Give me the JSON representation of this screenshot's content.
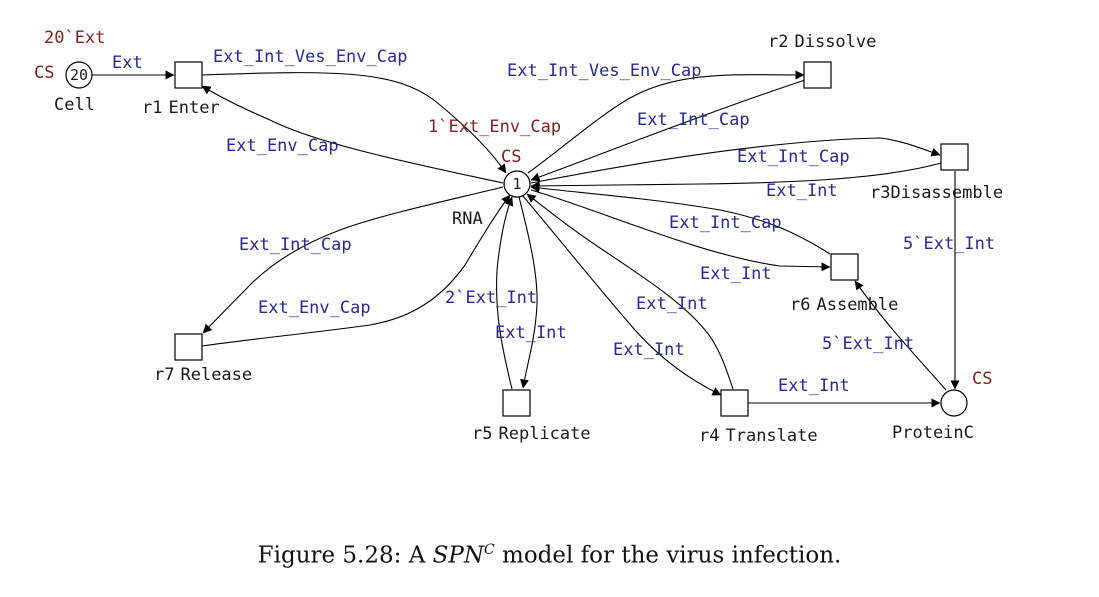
{
  "places": {
    "cell": {
      "name": "Cell",
      "colorset": "CS",
      "token": "20",
      "initial_marking": "20`Ext"
    },
    "rna": {
      "name": "RNA",
      "colorset": "CS",
      "token": "1",
      "initial_marking": "1`Ext_Env_Cap"
    },
    "proteinc": {
      "name": "ProteinC",
      "colorset": "CS"
    }
  },
  "transitions": {
    "r1": {
      "id": "r1",
      "name": "Enter"
    },
    "r2": {
      "id": "r2",
      "name": "Dissolve"
    },
    "r3": {
      "id": "r3",
      "name": "Disassemble"
    },
    "r4": {
      "id": "r4",
      "name": "Translate"
    },
    "r5": {
      "id": "r5",
      "name": "Replicate"
    },
    "r6": {
      "id": "r6",
      "name": "Assemble"
    },
    "r7": {
      "id": "r7",
      "name": "Release"
    }
  },
  "arcs": {
    "cell_r1": "Ext",
    "r1_rna": "Ext_Int_Ves_Env_Cap",
    "rna_r1": "Ext_Env_Cap",
    "rna_r2": "Ext_Int_Ves_Env_Cap",
    "r2_rna": "Ext_Int_Cap",
    "rna_r3": "Ext_Int_Cap",
    "r3_rna": "Ext_Int",
    "r3_proteinc": "5`Ext_Int",
    "rna_r6": "Ext_Int_Cap",
    "r6_rna": "Ext_Int",
    "rna_r7": "Ext_Int_Cap",
    "r7_rna": "Ext_Env_Cap",
    "r5_rna": "2`Ext_Int",
    "rna_r5": "Ext_Int",
    "r4_rna": "Ext_Int",
    "rna_r4": "Ext_Int",
    "r4_proteinc": "Ext_Int",
    "proteinc_r6": "5`Ext_Int"
  },
  "caption": {
    "prefix": "Figure 5.28: A ",
    "model": "SPN",
    "superscript": "C",
    "suffix": " model for the virus infection."
  }
}
